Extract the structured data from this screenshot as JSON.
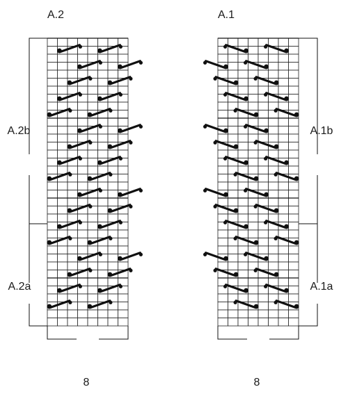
{
  "charts": [
    {
      "title": "A.2",
      "upper_label": "A.2b",
      "lower_label": "A.2a",
      "width_label": "8",
      "stitch_count": 8,
      "row_count": 36,
      "rows_per_repeat": 10,
      "hook_direction": "right",
      "symbol_rows": [
        [],
        [
          1,
          5
        ],
        [],
        [
          3,
          7
        ],
        [],
        [
          2,
          6
        ],
        [],
        [
          1,
          5
        ],
        [],
        [
          0,
          4
        ],
        [],
        [
          3,
          7
        ],
        [],
        [
          2,
          6
        ],
        [],
        [
          1,
          5
        ],
        [],
        [
          0,
          4
        ],
        [],
        [
          3,
          7
        ],
        [],
        [
          2,
          6
        ],
        [],
        [
          1,
          5
        ],
        [],
        [
          0,
          4
        ],
        [],
        [
          3,
          7
        ],
        [],
        [
          2,
          6
        ],
        [],
        [
          1,
          5
        ],
        [],
        [
          0,
          4
        ],
        [],
        []
      ]
    },
    {
      "title": "A.1",
      "upper_label": "A.1b",
      "lower_label": "A.1a",
      "width_label": "8",
      "stitch_count": 8,
      "row_count": 36,
      "rows_per_repeat": 10,
      "hook_direction": "left",
      "symbol_rows": [
        [],
        [
          2,
          6
        ],
        [],
        [
          0,
          4
        ],
        [],
        [
          1,
          5
        ],
        [],
        [
          2,
          6
        ],
        [],
        [
          3,
          7
        ],
        [],
        [
          0,
          4
        ],
        [],
        [
          1,
          5
        ],
        [],
        [
          2,
          6
        ],
        [],
        [
          3,
          7
        ],
        [],
        [
          0,
          4
        ],
        [],
        [
          1,
          5
        ],
        [],
        [
          2,
          6
        ],
        [],
        [
          3,
          7
        ],
        [],
        [
          0,
          4
        ],
        [],
        [
          1,
          5
        ],
        [],
        [
          2,
          6
        ],
        [],
        [
          3,
          7
        ],
        [],
        []
      ]
    }
  ]
}
